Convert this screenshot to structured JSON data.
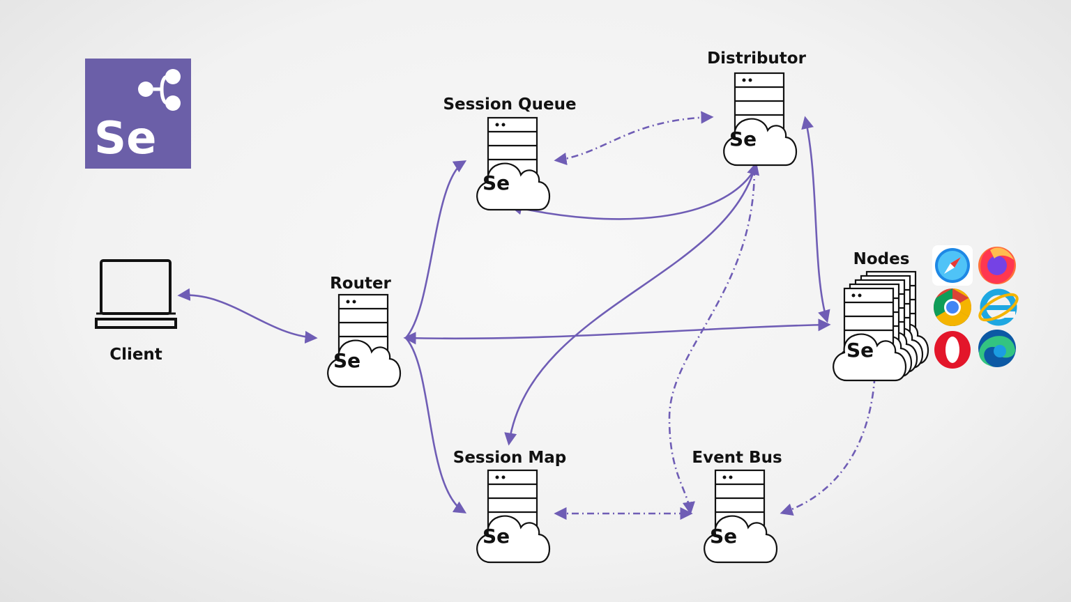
{
  "logo": {
    "text": "Se",
    "color": "#6b5fa8"
  },
  "nodes": {
    "client": {
      "label": "Client"
    },
    "router": {
      "label": "Router",
      "badge": "Se"
    },
    "session_queue": {
      "label": "Session Queue",
      "badge": "Se"
    },
    "distributor": {
      "label": "Distributor",
      "badge": "Se"
    },
    "session_map": {
      "label": "Session Map",
      "badge": "Se"
    },
    "event_bus": {
      "label": "Event Bus",
      "badge": "Se"
    },
    "nodes": {
      "label": "Nodes",
      "badge": "Se"
    }
  },
  "browsers": [
    "safari-icon",
    "firefox-icon",
    "chrome-icon",
    "internet-explorer-icon",
    "opera-icon",
    "edge-icon"
  ],
  "colors": {
    "accent": "#6f5db5",
    "logo_bg": "#6b5fa8"
  }
}
